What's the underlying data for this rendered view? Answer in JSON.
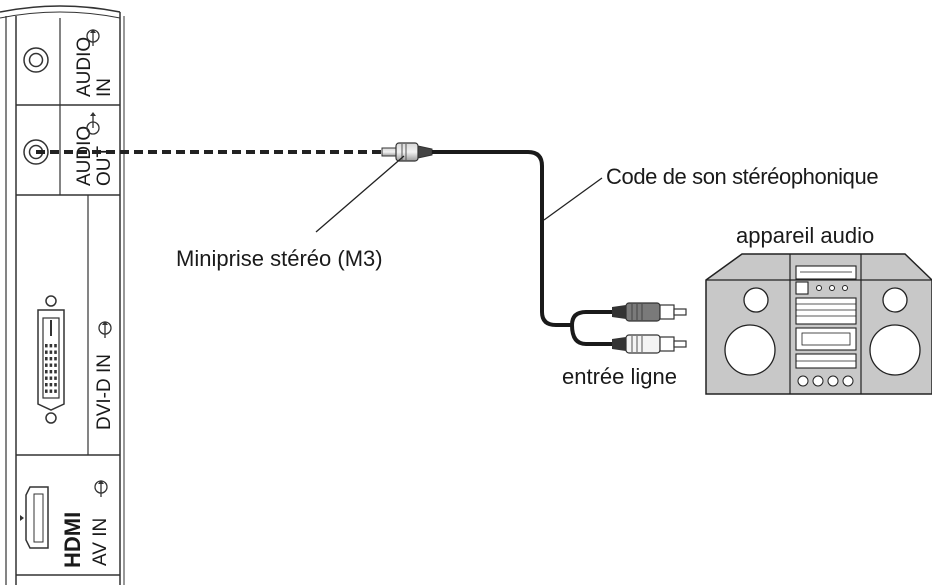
{
  "panel": {
    "audio_in": {
      "line1": "AUDIO",
      "line2": "IN"
    },
    "audio_out": {
      "line1": "AUDIO",
      "line2": "OUT"
    },
    "dvi": {
      "label": "DVI-D IN"
    },
    "hdmi": {
      "logo": "HDMI",
      "label": "AV IN"
    }
  },
  "callouts": {
    "cable": "Code de son stéréophonique",
    "miniplug": "Miniprise stéréo (M3)",
    "line_in": "entrée ligne",
    "device": "appareil audio"
  }
}
